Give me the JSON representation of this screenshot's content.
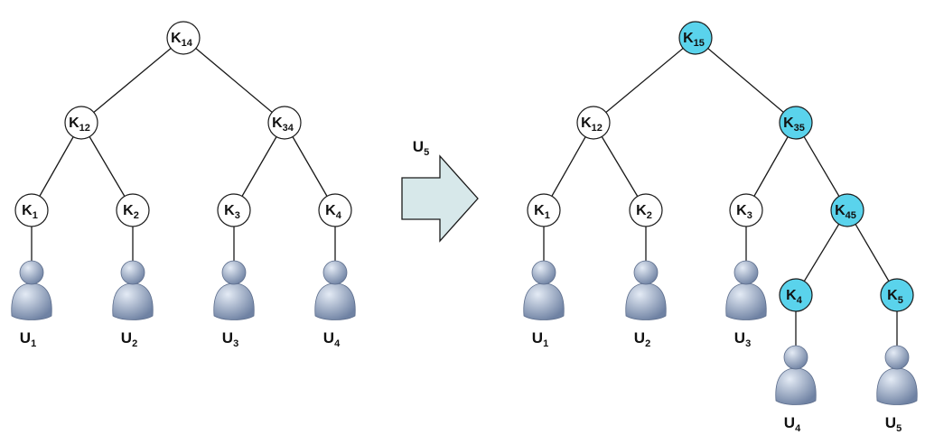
{
  "colors": {
    "node_fill": "#ffffff",
    "highlight_fill": "#5ad3ec",
    "arrow_fill": "#d7e8ea",
    "user_icon_light": "#e4ebf5",
    "user_icon_dark": "#6f82a3"
  },
  "left_tree": {
    "nodes": [
      {
        "id": "K14",
        "base": "K",
        "sub": "14",
        "highlight": false
      },
      {
        "id": "K12",
        "base": "K",
        "sub": "12",
        "highlight": false
      },
      {
        "id": "K34",
        "base": "K",
        "sub": "34",
        "highlight": false
      },
      {
        "id": "K1",
        "base": "K",
        "sub": "1",
        "highlight": false
      },
      {
        "id": "K2",
        "base": "K",
        "sub": "2",
        "highlight": false
      },
      {
        "id": "K3",
        "base": "K",
        "sub": "3",
        "highlight": false
      },
      {
        "id": "K4",
        "base": "K",
        "sub": "4",
        "highlight": false
      }
    ],
    "edges": [
      [
        "K14",
        "K12"
      ],
      [
        "K14",
        "K34"
      ],
      [
        "K12",
        "K1"
      ],
      [
        "K12",
        "K2"
      ],
      [
        "K34",
        "K3"
      ],
      [
        "K34",
        "K4"
      ]
    ],
    "users": [
      {
        "id": "U1",
        "base": "U",
        "sub": "1",
        "attached_to": "K1"
      },
      {
        "id": "U2",
        "base": "U",
        "sub": "2",
        "attached_to": "K2"
      },
      {
        "id": "U3",
        "base": "U",
        "sub": "3",
        "attached_to": "K3"
      },
      {
        "id": "U4",
        "base": "U",
        "sub": "4",
        "attached_to": "K4"
      }
    ]
  },
  "transition": {
    "label_base": "U",
    "label_sub": "5",
    "icon": "right-arrow-icon"
  },
  "right_tree": {
    "nodes": [
      {
        "id": "K15",
        "base": "K",
        "sub": "15",
        "highlight": true
      },
      {
        "id": "K12",
        "base": "K",
        "sub": "12",
        "highlight": false
      },
      {
        "id": "K35",
        "base": "K",
        "sub": "35",
        "highlight": true
      },
      {
        "id": "K1",
        "base": "K",
        "sub": "1",
        "highlight": false
      },
      {
        "id": "K2",
        "base": "K",
        "sub": "2",
        "highlight": false
      },
      {
        "id": "K3",
        "base": "K",
        "sub": "3",
        "highlight": false
      },
      {
        "id": "K45",
        "base": "K",
        "sub": "45",
        "highlight": true
      },
      {
        "id": "K4",
        "base": "K",
        "sub": "4",
        "highlight": true
      },
      {
        "id": "K5",
        "base": "K",
        "sub": "5",
        "highlight": true
      }
    ],
    "edges": [
      [
        "K15",
        "K12"
      ],
      [
        "K15",
        "K35"
      ],
      [
        "K12",
        "K1"
      ],
      [
        "K12",
        "K2"
      ],
      [
        "K35",
        "K3"
      ],
      [
        "K35",
        "K45"
      ],
      [
        "K45",
        "K4"
      ],
      [
        "K45",
        "K5"
      ]
    ],
    "users": [
      {
        "id": "U1",
        "base": "U",
        "sub": "1",
        "attached_to": "K1"
      },
      {
        "id": "U2",
        "base": "U",
        "sub": "2",
        "attached_to": "K2"
      },
      {
        "id": "U3",
        "base": "U",
        "sub": "3",
        "attached_to": "K3"
      },
      {
        "id": "U4",
        "base": "U",
        "sub": "4",
        "attached_to": "K4"
      },
      {
        "id": "U5",
        "base": "U",
        "sub": "5",
        "attached_to": "K5"
      }
    ]
  }
}
